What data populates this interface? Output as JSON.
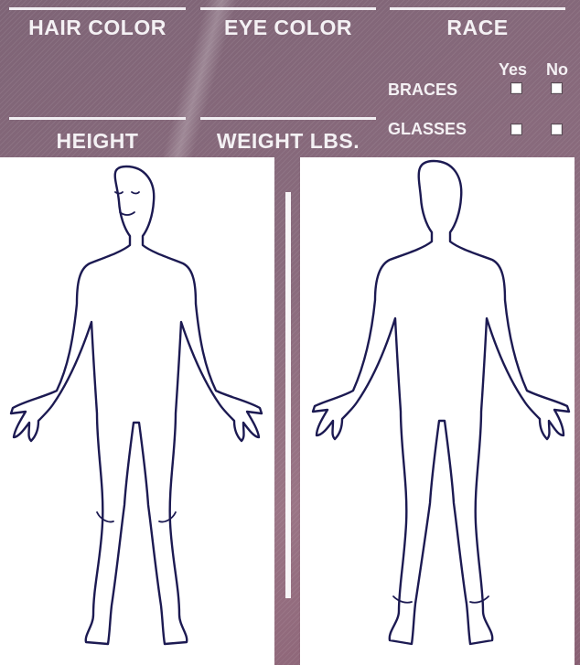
{
  "fields": {
    "hair_color": "HAIR COLOR",
    "eye_color": "EYE COLOR",
    "race": "RACE",
    "height": "HEIGHT",
    "weight": "WEIGHT LBS."
  },
  "checklist": {
    "col_yes": "Yes",
    "col_no": "No",
    "braces": "BRACES",
    "glasses": "GLASSES"
  },
  "figures": {
    "front": "body-front-outline",
    "back": "body-back-outline"
  },
  "colors": {
    "background": "#8a6b7d",
    "outline": "#1c1a52",
    "panel": "#ffffff"
  }
}
